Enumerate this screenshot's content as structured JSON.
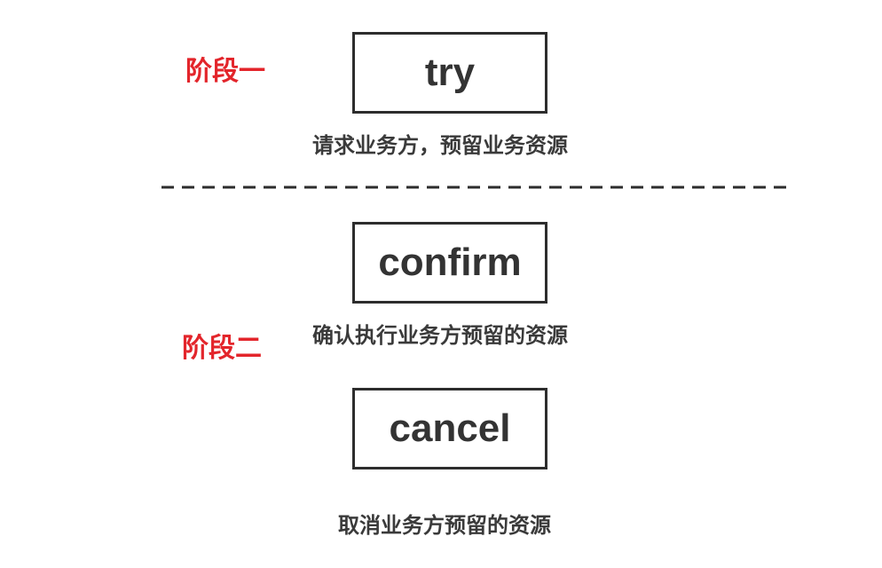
{
  "stages": {
    "stage1": "阶段一",
    "stage2": "阶段二"
  },
  "boxes": {
    "try": "try",
    "confirm": "confirm",
    "cancel": "cancel"
  },
  "captions": {
    "try": "请求业务方，预留业务资源",
    "confirm": "确认执行业务方预留的资源",
    "cancel": "取消业务方预留的资源"
  },
  "colors": {
    "stage_label": "#e3252b",
    "box_border": "#2d2d2d",
    "text": "#333333"
  }
}
